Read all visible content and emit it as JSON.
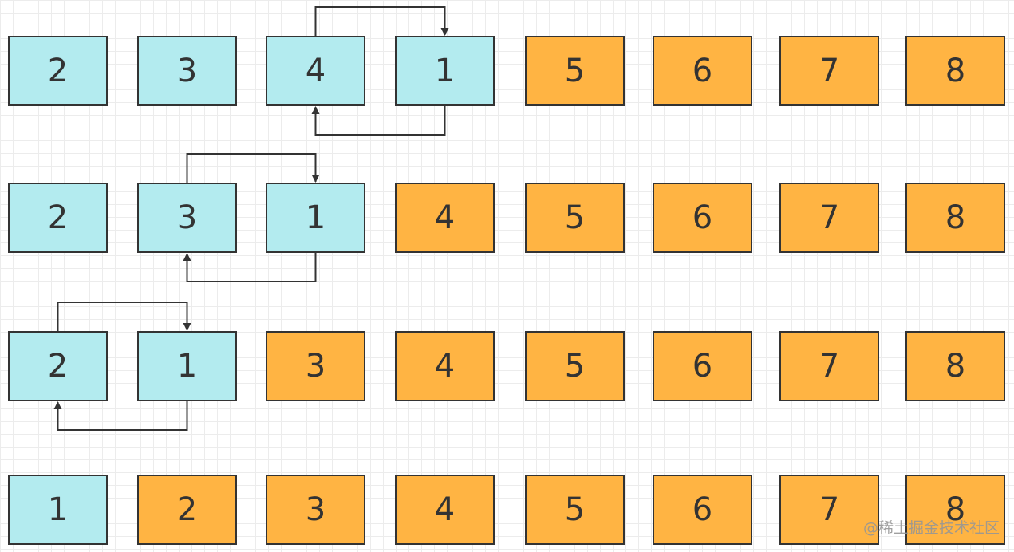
{
  "colors": {
    "unsorted": "#b3ebef",
    "sorted": "#ffb443",
    "border": "#333333",
    "arrow": "#333333"
  },
  "rows": [
    {
      "cells": [
        {
          "label": "2",
          "state": "unsorted"
        },
        {
          "label": "3",
          "state": "unsorted"
        },
        {
          "label": "4",
          "state": "unsorted"
        },
        {
          "label": "1",
          "state": "unsorted"
        },
        {
          "label": "5",
          "state": "sorted"
        },
        {
          "label": "6",
          "state": "sorted"
        },
        {
          "label": "7",
          "state": "sorted"
        },
        {
          "label": "8",
          "state": "sorted"
        }
      ],
      "swap": [
        2,
        3
      ]
    },
    {
      "cells": [
        {
          "label": "2",
          "state": "unsorted"
        },
        {
          "label": "3",
          "state": "unsorted"
        },
        {
          "label": "1",
          "state": "unsorted"
        },
        {
          "label": "4",
          "state": "sorted"
        },
        {
          "label": "5",
          "state": "sorted"
        },
        {
          "label": "6",
          "state": "sorted"
        },
        {
          "label": "7",
          "state": "sorted"
        },
        {
          "label": "8",
          "state": "sorted"
        }
      ],
      "swap": [
        1,
        2
      ]
    },
    {
      "cells": [
        {
          "label": "2",
          "state": "unsorted"
        },
        {
          "label": "1",
          "state": "unsorted"
        },
        {
          "label": "3",
          "state": "sorted"
        },
        {
          "label": "4",
          "state": "sorted"
        },
        {
          "label": "5",
          "state": "sorted"
        },
        {
          "label": "6",
          "state": "sorted"
        },
        {
          "label": "7",
          "state": "sorted"
        },
        {
          "label": "8",
          "state": "sorted"
        }
      ],
      "swap": [
        0,
        1
      ]
    },
    {
      "cells": [
        {
          "label": "1",
          "state": "unsorted"
        },
        {
          "label": "2",
          "state": "sorted"
        },
        {
          "label": "3",
          "state": "sorted"
        },
        {
          "label": "4",
          "state": "sorted"
        },
        {
          "label": "5",
          "state": "sorted"
        },
        {
          "label": "6",
          "state": "sorted"
        },
        {
          "label": "7",
          "state": "sorted"
        },
        {
          "label": "8",
          "state": "sorted"
        }
      ],
      "swap": null
    }
  ],
  "watermark": "@稀土掘金技术社区"
}
